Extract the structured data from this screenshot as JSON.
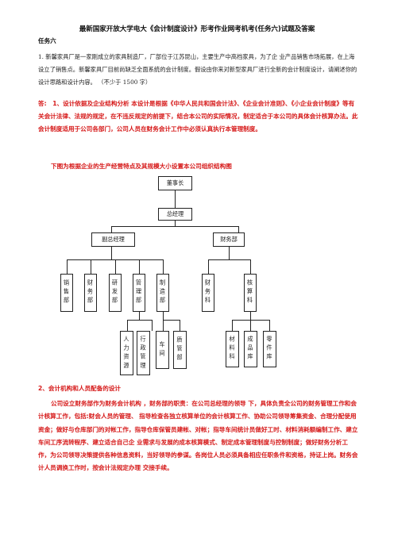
{
  "document": {
    "title": "最新国家开放大学电大《会计制度设计》形考作业网考机考(任务六)试题及答案",
    "task_label": "任务六",
    "question": "1. 新馨家具厂是一家刚成立的家具制造厂，厂部位于江苏昆山，主要生产中高档家具，为了企 业产品销售市场拓展，在上海设立了销售点。新馨家具厂目前尚缺乏全面系统的会计制度。假设由你来对新型家具厂进行全新的会计制度设计，请阐述你的设计思路和设计内容。 （不少于 1500 字）",
    "answer": "答:　1、设计依据及企业结构分析 本设计是根据《中华人民共和国会计法》、《企业会计准则》、《小企业会计制度》等有关会计法律、法规的规定，在不违反规定的前提下，结合本公司的实际情况，制定适合于本公司的具体会计核算办法。此会计制度适用于公司各部门，公司人员在财务会计工作中必须认真执行本管理制度。",
    "chart_heading": "下图为根据企业的生产经营特点及其规模大小设置本公司组织结构图",
    "section2_heading": "2、会计机构和人员配备的设计",
    "section2_text": "公司设立财务部作为财务会计机构 ，财务部的职责：在公司总经理的领导 下，具体负责全公司的财务管理工作和会计核算工作，包括:财会人员的管理、 指导检查各独立核算单位的会计核算工作、协助公司领导筹集资金、合理分配使用资金；做好与仓库部门的对帐工作，指导仓库保管员建帐、对帐；指导车间统计员做好工时、材料消耗额编制工作、建立车间工序流转程序、建立适合自己企 业需求与发展的成本核算模式、制定成本管理制度与控制制度；做好财务分析工作，为公司领导决策提供各种信息资料，当好领导的参谋。各岗位人员必须具备相应任职条件和资格，持证上岗。财务会计人员调换工作时，按会计法规定办理 交接手续。"
  },
  "org_chart": {
    "board": "董事长",
    "gm": "总经理",
    "deputy_gm": "副总经理",
    "finance_dept": "财务部",
    "deputy_units": [
      "销售部",
      "财务部",
      "研发部",
      "管理部",
      "制造部"
    ],
    "finance_units": [
      "财务科",
      "核算科"
    ],
    "mgmt_units": [
      "人力资源",
      "行政管理"
    ],
    "mfg_units": [
      "车间",
      "质管部"
    ],
    "acct_units": [
      "材料科",
      "成品库",
      "零件库"
    ]
  }
}
